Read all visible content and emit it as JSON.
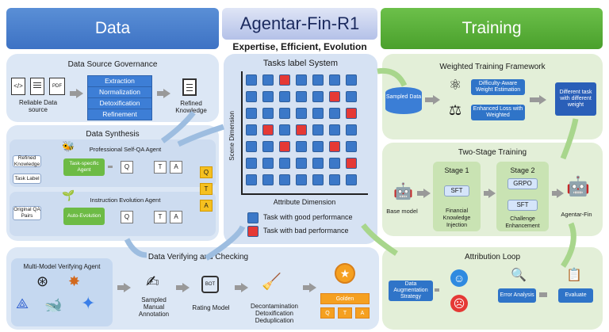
{
  "headers": {
    "data": "Data",
    "title": "Agentar-Fin-R1",
    "training": "Training",
    "subtitle": "Expertise, Efficient, Evolution"
  },
  "governance": {
    "title": "Data Source Governance",
    "source_label": "Reliable Data source",
    "steps": [
      "Extraction",
      "Normalization",
      "Detoxification",
      "Refinement"
    ],
    "refined": "Refined Knowledge",
    "pdf": "PDF"
  },
  "synthesis": {
    "title": "Data Synthesis",
    "agent1": "Professional Self-QA Agent",
    "refined_knowledge": "Refined Knowledge",
    "task_label": "Task Label",
    "task_agent": "Task-specific Agent",
    "agent2": "Instruction Evolution Agent",
    "original_qa": "Original QA Pairs",
    "auto_evolution": "Auto-Evolution",
    "q": "Q",
    "t": "T",
    "a": "A"
  },
  "tasks": {
    "title": "Tasks label System",
    "y_axis": "Scene Dimension",
    "x_axis": "Attribute Dimension",
    "good": "Task with good performance",
    "bad": "Task with bad performance",
    "grid": [
      [
        0,
        0,
        1,
        0,
        0,
        0,
        0
      ],
      [
        0,
        0,
        0,
        0,
        0,
        1,
        0
      ],
      [
        0,
        0,
        0,
        0,
        0,
        0,
        1
      ],
      [
        0,
        1,
        0,
        1,
        0,
        0,
        0
      ],
      [
        0,
        0,
        1,
        0,
        0,
        1,
        0
      ],
      [
        0,
        0,
        0,
        0,
        0,
        0,
        1
      ],
      [
        0,
        0,
        0,
        0,
        0,
        0,
        0
      ]
    ],
    "colors": {
      "good": "#3b78c8",
      "bad": "#e53935"
    }
  },
  "verifying": {
    "title": "Data Verifying and Checking",
    "agent": "Multi-Model Verifying Agent",
    "sampled": "Sampled Manual Annotation",
    "rating": "Rating Model",
    "decon": "Decontamination Detoxification Deduplication",
    "golden": "Golden",
    "bot": "BOT",
    "q": "Q",
    "t": "T",
    "a": "A"
  },
  "weighted": {
    "title": "Weighted Training Framework",
    "sampled": "Sampled Data",
    "difficulty": "Difficulty-Aware Weight Estimation",
    "enhanced": "Enhanced Loss with Weighted",
    "different": "Different task with different weight"
  },
  "twostage": {
    "title": "Two-Stage Training",
    "base": "Base model",
    "stage1": "Stage 1",
    "sft1": "SFT",
    "stage1_desc": "Financial Knowledge Injection",
    "stage2": "Stage 2",
    "grpo": "GRPO",
    "sft2": "SFT",
    "stage2_desc": "Challenge Enhancement",
    "agentar": "Agentar-Fin"
  },
  "attribution": {
    "title": "Attribution Loop",
    "augment": "Data Augmentation Strategy",
    "error": "Error Analysis",
    "evaluate": "Evaluate"
  }
}
